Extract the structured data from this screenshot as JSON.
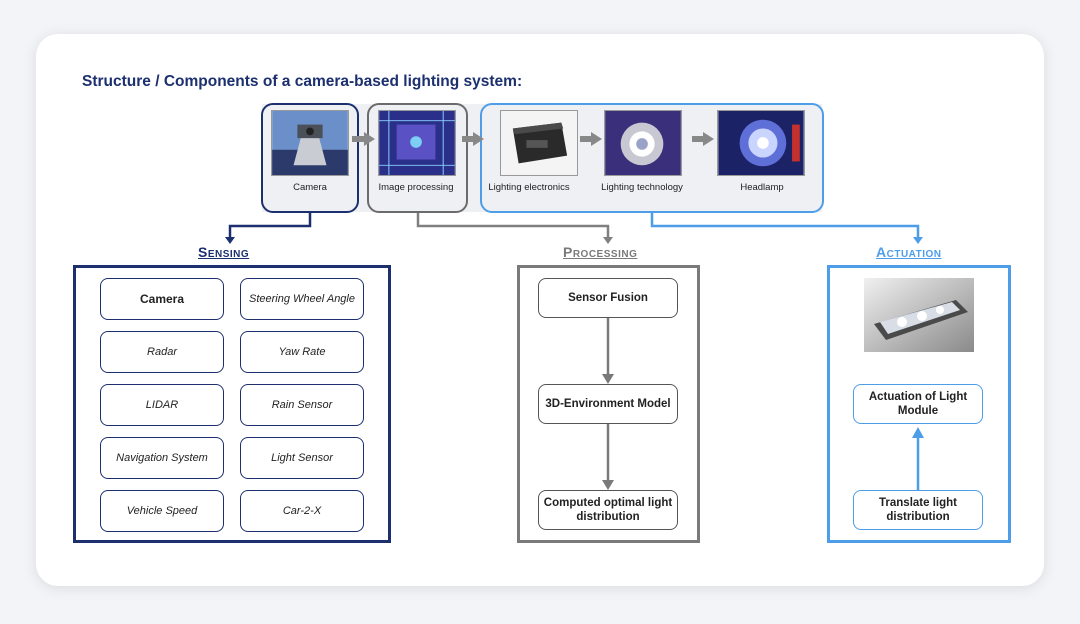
{
  "title": "Structure / Components of a camera-based lighting system:",
  "pipeline": {
    "camera": "Camera",
    "image_processing": "Image processing",
    "lighting_electronics": "Lighting electronics",
    "lighting_technology": "Lighting technology",
    "headlamp": "Headlamp"
  },
  "sections": {
    "sensing": "Sensing",
    "processing": "Processing",
    "actuation": "Actuation"
  },
  "sensing_items": [
    "Camera",
    "Steering Wheel Angle",
    "Radar",
    "Yaw Rate",
    "LIDAR",
    "Rain Sensor",
    "Navigation System",
    "Light Sensor",
    "Vehicle Speed",
    "Car-2-X"
  ],
  "processing_items": [
    "Sensor Fusion",
    "3D-Environment Model",
    "Computed optimal light distribution"
  ],
  "actuation_items": [
    "Actuation of Light Module",
    "Translate light distribution"
  ],
  "colors": {
    "title": "#1c2f6f",
    "sensing": "#1c2f6f",
    "processing": "#7a7a7a",
    "actuation": "#4d9de8"
  }
}
